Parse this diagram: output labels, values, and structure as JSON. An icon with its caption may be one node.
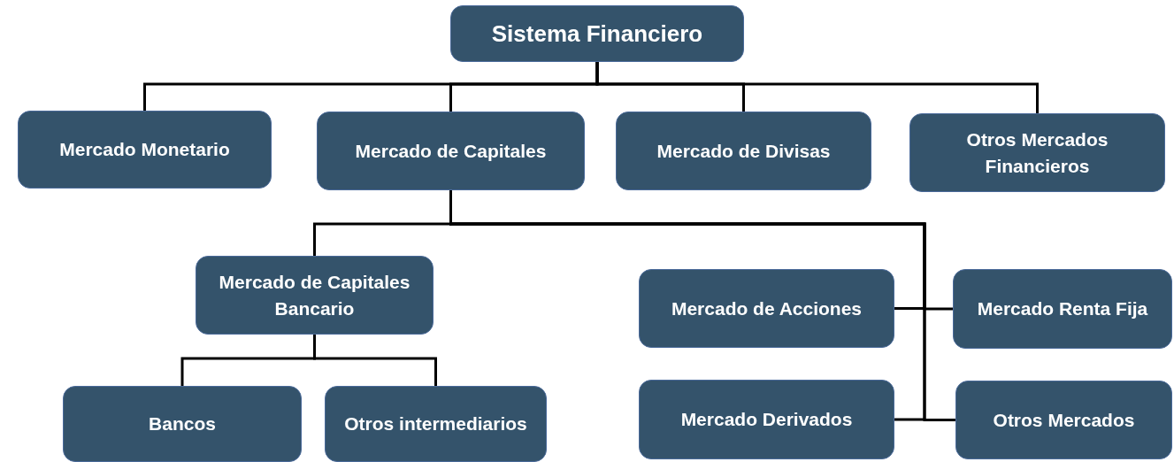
{
  "diagram": {
    "nodes": [
      {
        "text": [
          "Sistema Financiero"
        ]
      },
      {
        "text": [
          "Mercado Monetario"
        ]
      },
      {
        "text": [
          "Mercado de Capitales"
        ]
      },
      {
        "text": [
          "Mercado de Divisas"
        ]
      },
      {
        "text": [
          "Otros Mercados Financieros"
        ]
      },
      {
        "text": [
          "Mercado de Capitales Bancario"
        ]
      },
      {
        "text": [
          "Mercado de Acciones"
        ]
      },
      {
        "text": [
          "Mercado Renta Fija"
        ]
      },
      {
        "text": [
          "Bancos"
        ]
      },
      {
        "text": [
          "Otros intermediarios"
        ]
      },
      {
        "text": [
          "Mercado Derivados"
        ]
      },
      {
        "text": [
          "Otros Mercados"
        ]
      }
    ],
    "edges": [
      {
        "from": 0,
        "to": 1,
        "arrow": "none"
      },
      {
        "from": 0,
        "to": 2,
        "arrow": "none"
      },
      {
        "from": 0,
        "to": 3,
        "arrow": "none"
      },
      {
        "from": 0,
        "to": 4,
        "arrow": "none"
      },
      {
        "from": 2,
        "to": 5,
        "arrow": "none"
      },
      {
        "from": 2,
        "to": 6,
        "arrow": "none"
      },
      {
        "from": 2,
        "to": 7,
        "arrow": "none"
      },
      {
        "from": 2,
        "to": 10,
        "arrow": "none"
      },
      {
        "from": 2,
        "to": 11,
        "arrow": "none"
      },
      {
        "from": 5,
        "to": 8,
        "arrow": "none"
      },
      {
        "from": 5,
        "to": 9,
        "arrow": "none"
      }
    ]
  }
}
